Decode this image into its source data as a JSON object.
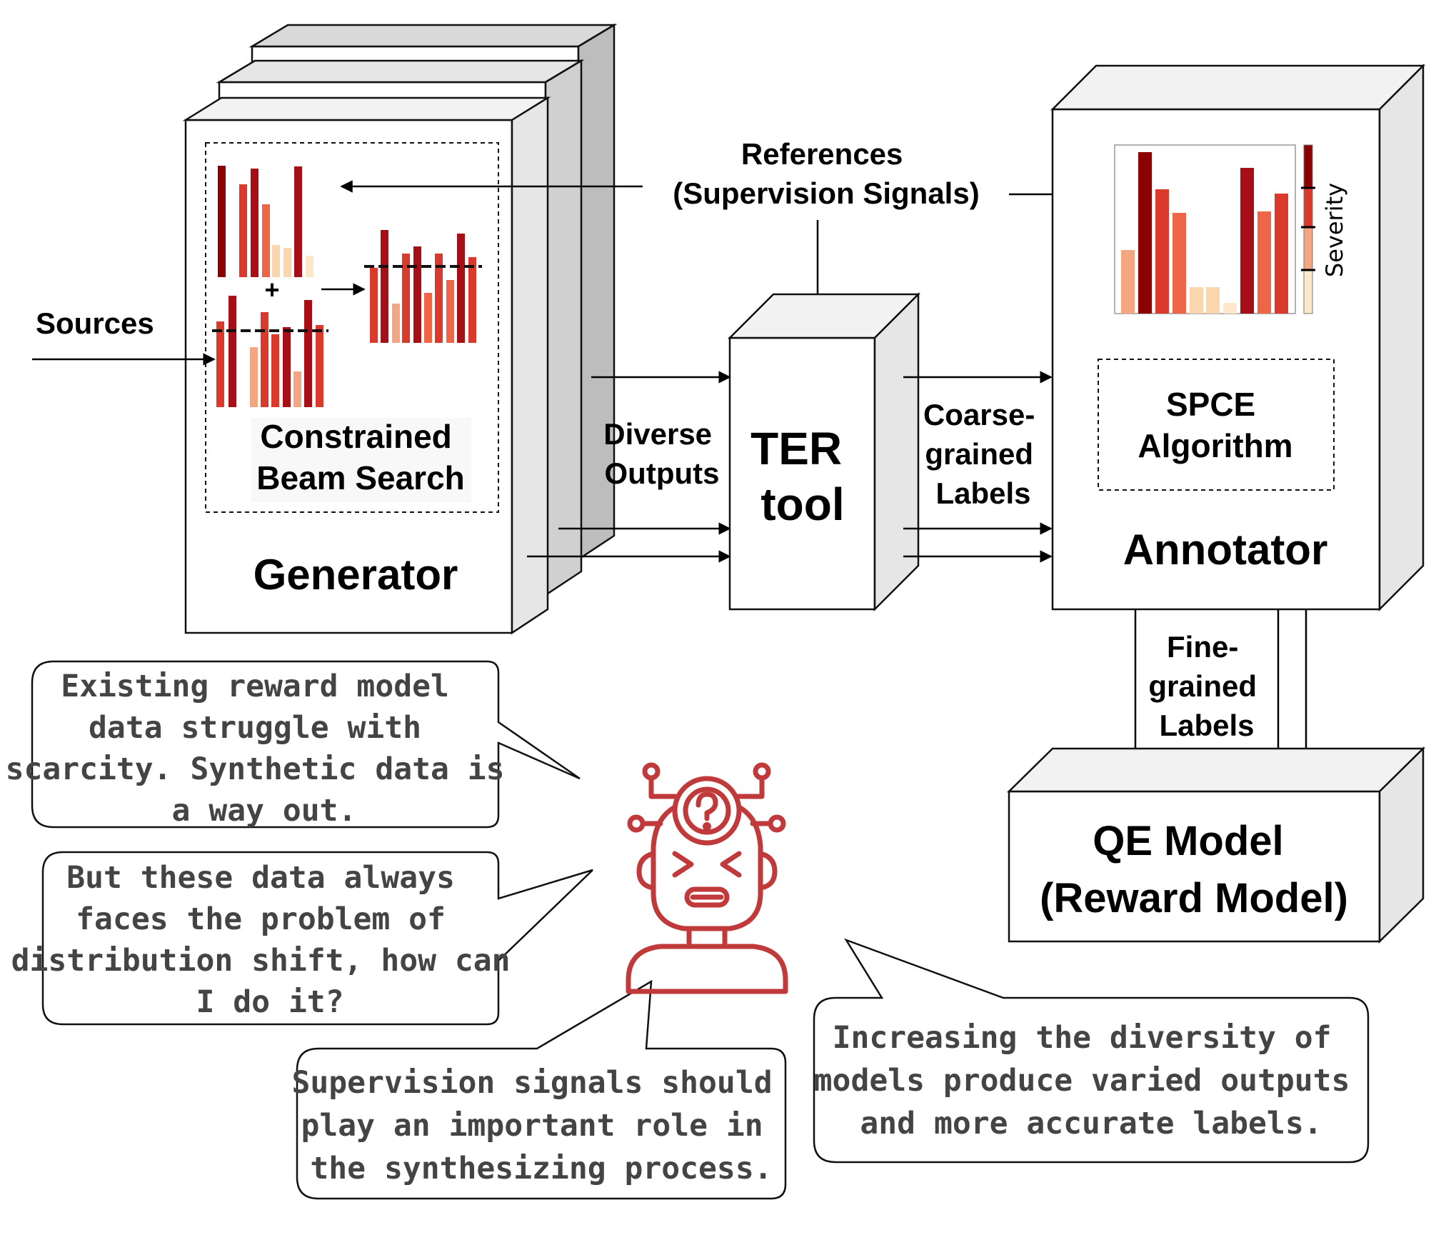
{
  "labels": {
    "sources": "Sources",
    "references": [
      "References",
      "(Supervision Signals)"
    ],
    "constrained_beam_search": [
      "Constrained",
      "Beam Search"
    ],
    "generator": "Generator",
    "diverse_outputs": [
      "Diverse",
      "Outputs"
    ],
    "ter_tool": [
      "TER",
      "tool"
    ],
    "coarse_grained_labels": [
      "Coarse-",
      "grained",
      "Labels"
    ],
    "spce_algorithm": [
      "SPCE",
      "Algorithm"
    ],
    "annotator": "Annotator",
    "fine_grained_labels": [
      "Fine-",
      "grained",
      "Labels"
    ],
    "qe_model": [
      "QE Model",
      "(Reward Model)"
    ],
    "severity": "Severity",
    "plus": "+"
  },
  "bubbles": {
    "scarcity": [
      "Existing reward model",
      "data struggle with",
      "scarcity. Synthetic data is",
      "a way out."
    ],
    "distribution_shift": [
      "But these data always",
      "faces the problem of",
      "distribution shift, how can",
      "I do it?"
    ],
    "supervision": [
      "Supervision signals should",
      "play an important role in",
      "the synthesizing process."
    ],
    "diversity": [
      "Increasing the diversity of",
      "models produce varied outputs",
      "and more accurate labels."
    ]
  },
  "colors": {
    "darkest": "#8b0000",
    "dark_red": "#b51c1c",
    "red": "#d93a2b",
    "salmon": "#ef6548",
    "light_orange": "#f4a582",
    "pale": "#fbd6ad",
    "palest": "#fde8cc",
    "icon": "#c0393b",
    "bubble_text": "#444444",
    "box_side": "#e6e6e6",
    "box_top": "#f2f2f2"
  },
  "icons": {
    "thinker": "confused-robot-head-icon"
  }
}
